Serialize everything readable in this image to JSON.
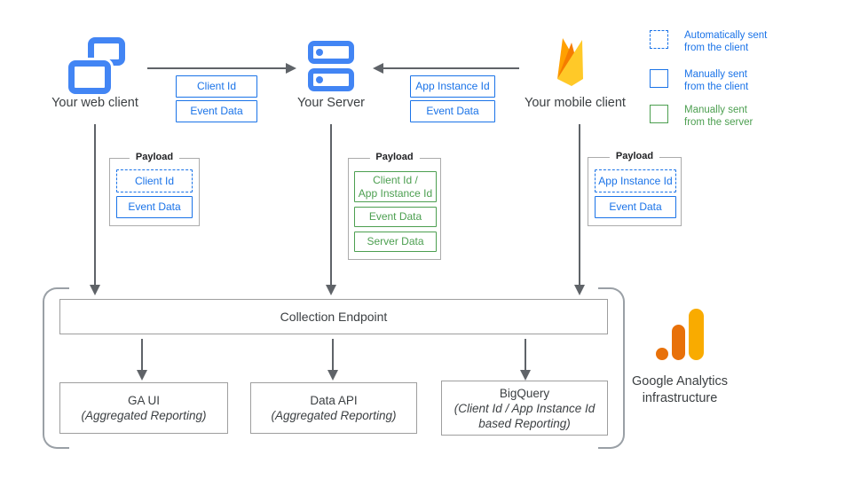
{
  "colors": {
    "blue": "#1A73E8",
    "icon_blue": "#4285F4",
    "green": "#4C9F50",
    "arrow_gray": "#5F6368",
    "box_border_gray": "#9E9E9E",
    "text_dark": "#3C4043",
    "bracket_gray": "#9AA0A6",
    "ga_orange": "#E8710A",
    "ga_amber": "#F9AB00"
  },
  "icons": {
    "web": "overlapping-windows-icon",
    "server": "server-stack-icon",
    "mobile": "firebase-flame-icon",
    "brand": "google-analytics-logo"
  },
  "clients": {
    "web": {
      "label": "Your web client"
    },
    "server": {
      "label": "Your Server"
    },
    "mobile": {
      "label": "Your mobile client"
    }
  },
  "flows": {
    "web_to_server": {
      "tags": [
        {
          "label": "Client Id"
        },
        {
          "label": "Event Data"
        }
      ]
    },
    "mobile_to_server": {
      "tags": [
        {
          "label": "App Instance Id"
        },
        {
          "label": "Event Data"
        }
      ]
    }
  },
  "legend": [
    {
      "swatch": "dashed-blue",
      "line1": "Automatically sent",
      "line2": "from the client"
    },
    {
      "swatch": "solid-blue",
      "line1": "Manually sent",
      "line2": "from the client"
    },
    {
      "swatch": "solid-green",
      "line1": "Manually sent",
      "line2": "from the server"
    }
  ],
  "payloads": {
    "web": {
      "title": "Payload",
      "items": [
        {
          "style": "dashed-blue",
          "line1": "Client Id"
        },
        {
          "style": "solid-blue",
          "line1": "Event Data"
        }
      ]
    },
    "server": {
      "title": "Payload",
      "items": [
        {
          "style": "solid-green",
          "line1": "Client Id /",
          "line2": "App Instance Id"
        },
        {
          "style": "solid-green",
          "line1": "Event Data"
        },
        {
          "style": "solid-green",
          "line1": "Server Data"
        }
      ]
    },
    "mobile": {
      "title": "Payload",
      "items": [
        {
          "style": "dashed-blue",
          "line1": "App Instance Id"
        },
        {
          "style": "solid-blue",
          "line1": "Event Data"
        }
      ]
    }
  },
  "infrastructure": {
    "endpoint": "Collection Endpoint",
    "services": [
      {
        "title": "GA UI",
        "subtitle": "(Aggregated Reporting)"
      },
      {
        "title": "Data API",
        "subtitle": "(Aggregated Reporting)"
      },
      {
        "title": "BigQuery",
        "subtitle": "(Client Id / App Instance Id based Reporting)"
      }
    ],
    "brand": {
      "line1": "Google Analytics",
      "line2": "infrastructure"
    }
  }
}
